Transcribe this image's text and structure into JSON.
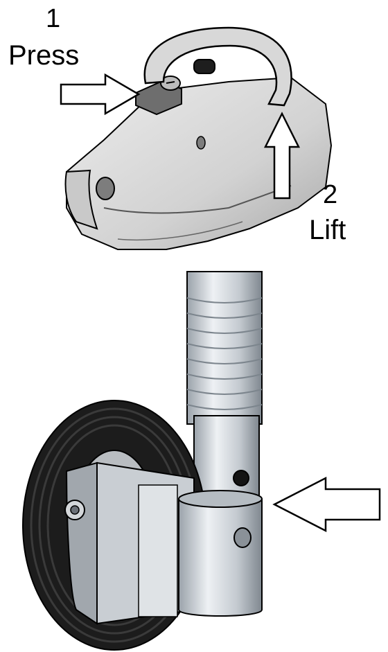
{
  "step1": {
    "number": "1",
    "label": "Press"
  },
  "step2": {
    "number": "2",
    "label": "Lift"
  },
  "colors": {
    "line": "#000000",
    "housing": "#d9d9d9",
    "housing_shade": "#a9a9a9",
    "metal": "#c7ccd1",
    "metal_dark": "#8e969e",
    "tyre": "#1c1c1c",
    "arrow_fill": "#ffffff"
  },
  "icons": {
    "press_arrow": "arrow-right-icon",
    "lift_arrow": "arrow-up-icon",
    "pin_arrow": "arrow-left-icon"
  }
}
